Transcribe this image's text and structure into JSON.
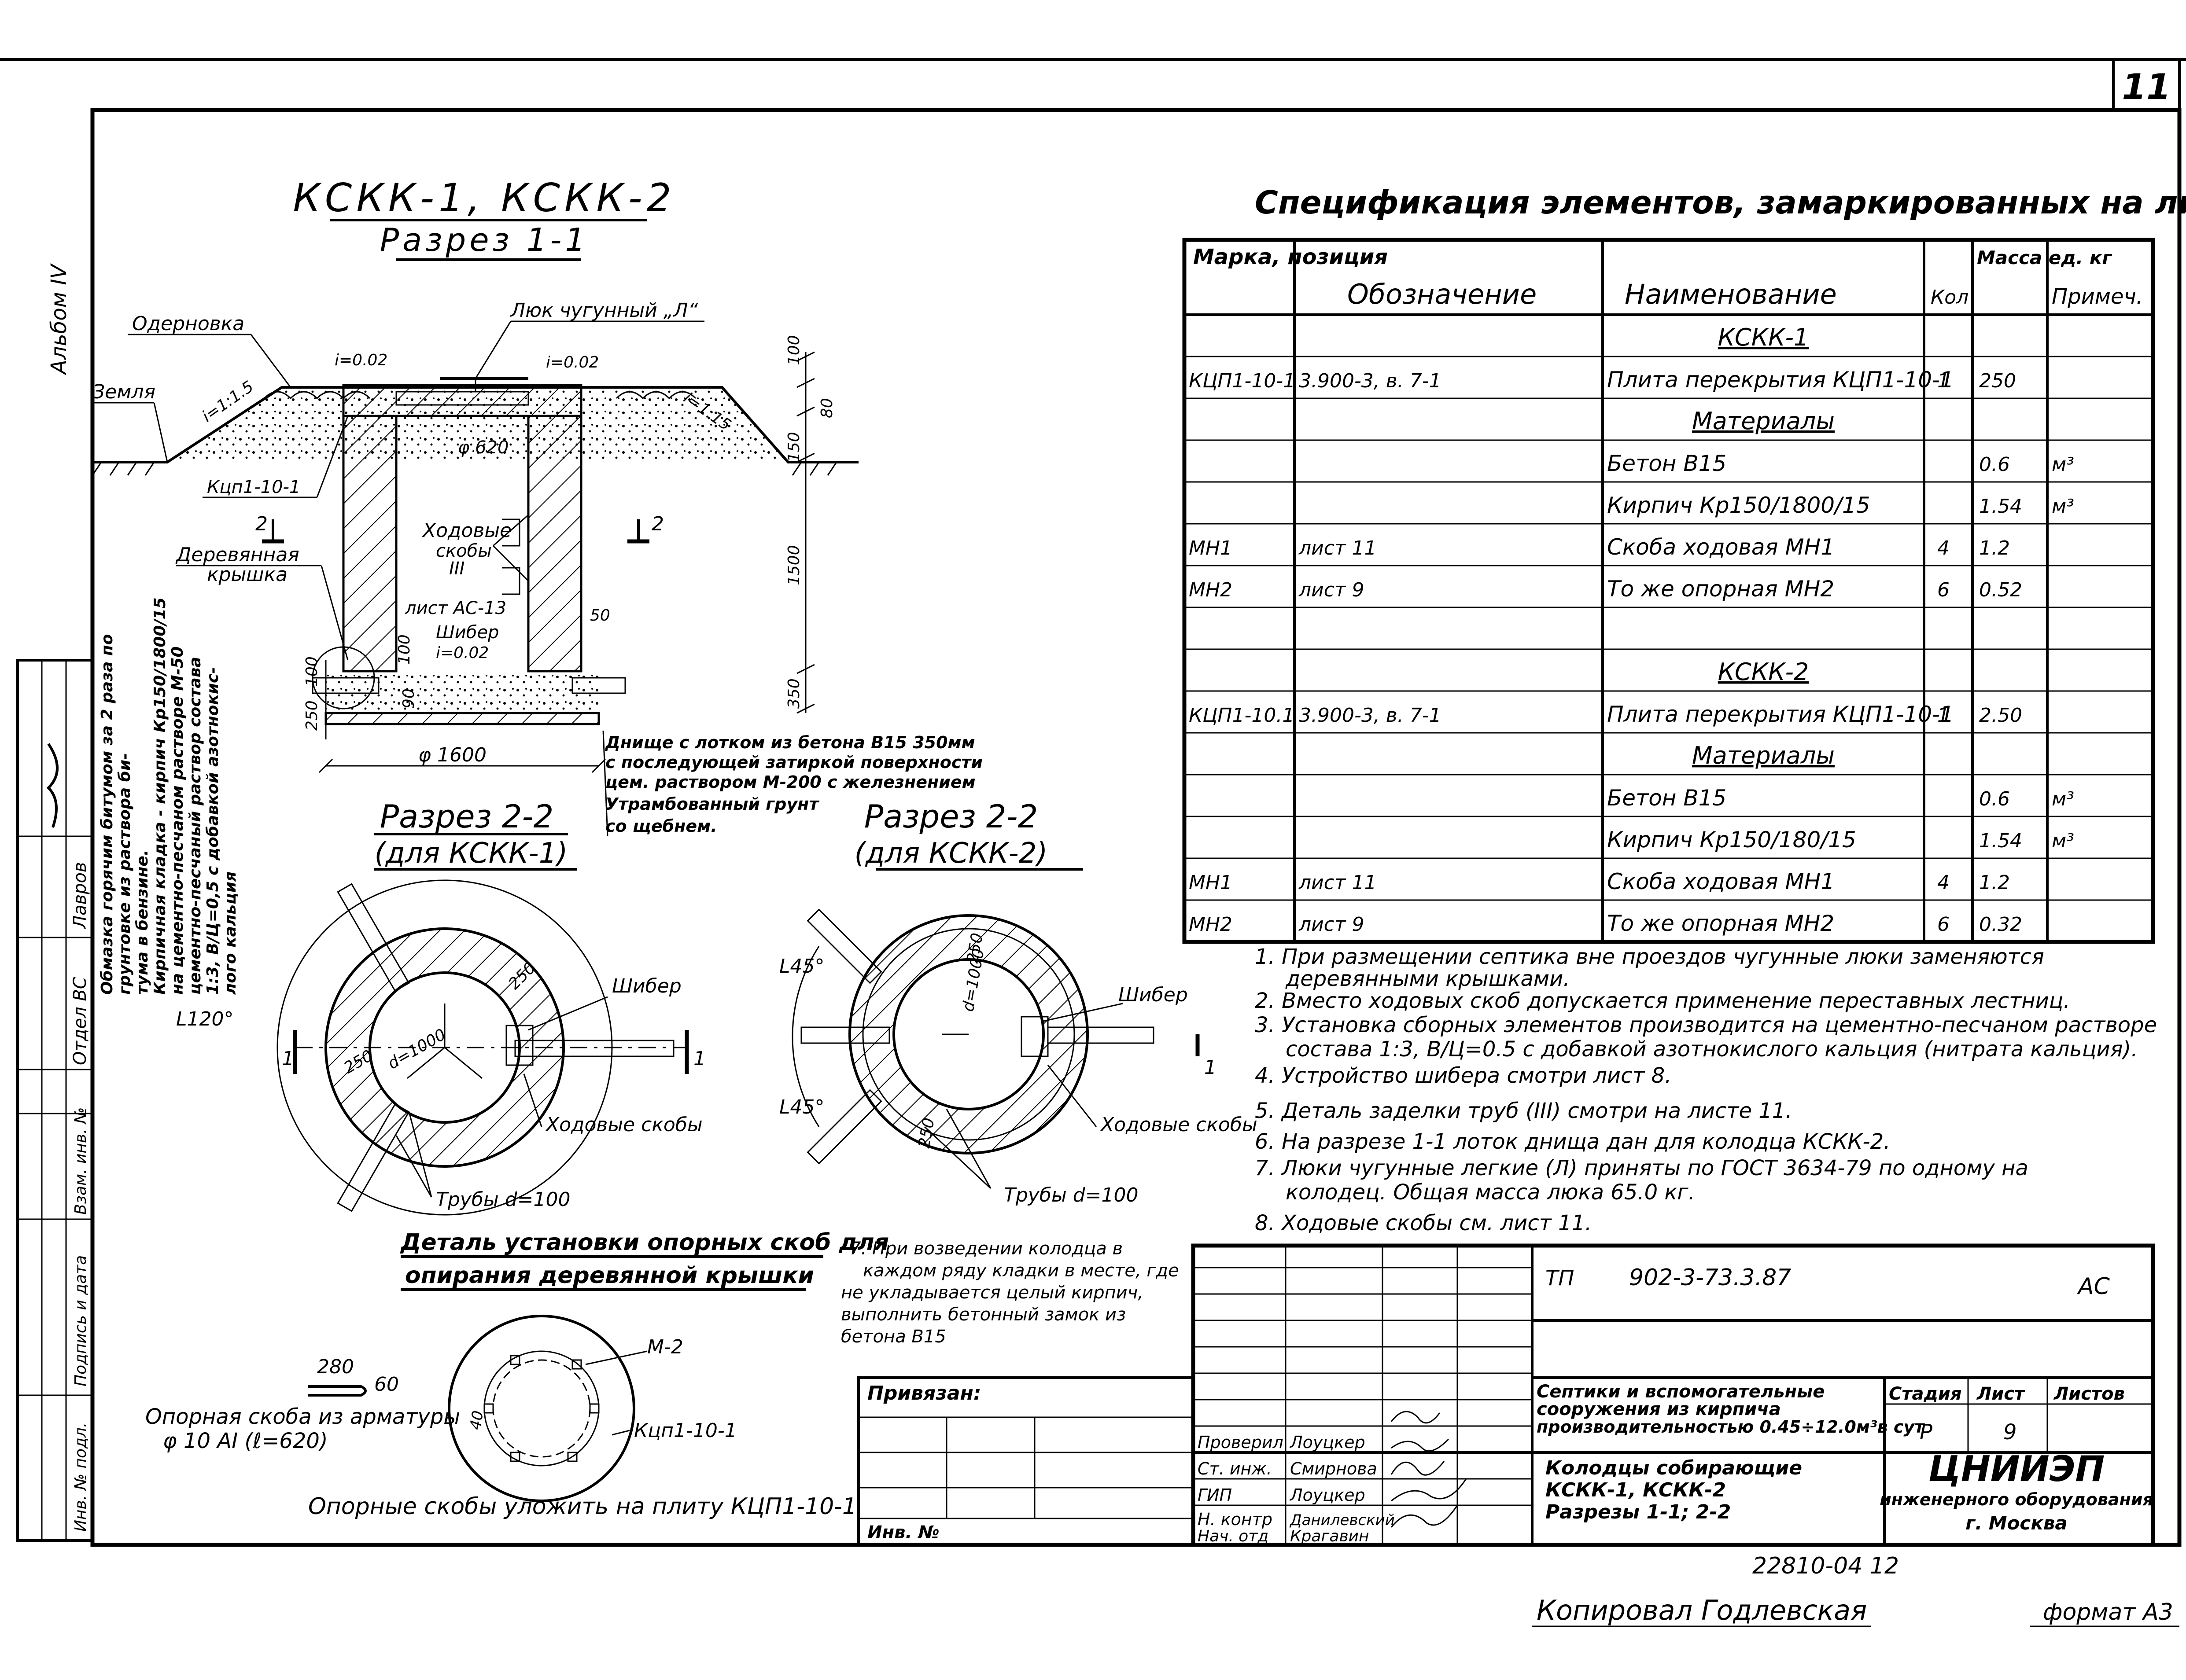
{
  "sheet": {
    "number": "11",
    "album": "Альбом IV",
    "copied_by": "Копировал Годлевская",
    "format": "формат А3",
    "archive_code": "22810-04 12"
  },
  "section_1_1": {
    "title": "КСКК-1, КСКК-2",
    "subtitle": "Разрез 1-1",
    "labels": {
      "sod": "Одерновка",
      "ground": "Земля",
      "slope1": "i=1:1.5",
      "slope2": "i=1:15",
      "i002_left": "i=0.02",
      "i002_right": "i=0.02",
      "hatch_cover": "Люк чугунный „Л“",
      "plate": "Кцп1-10-1",
      "d620": "φ 620",
      "wood_cover": "Деревянная",
      "wood_cover2": "крышка",
      "steps": "Ходовые",
      "steps2": "скобы",
      "steps3": "III",
      "sheet_ref": "лист АС-13",
      "gate": "Шибер",
      "i002_bottom": "i=0.02",
      "d1600": "φ 1600",
      "cut_left": "2",
      "cut_right": "2"
    },
    "dims": {
      "d100": "100",
      "d80": "80",
      "d150": "150",
      "d1500": "1500",
      "d350": "350",
      "d50": "50",
      "d100b": "100",
      "d250": "250",
      "d100c": "100",
      "d90": "90"
    },
    "bottom_note": [
      "Днище с лотком из бетона В15 350мм",
      "с последующей затиркой поверхности",
      "цем. раствором М-200 с железнением",
      "Утрамбованный грунт",
      "со щебнем."
    ]
  },
  "side_notes": [
    "Обмазка горячим битумом за 2 раза по",
    "грунтовке из раствора би-",
    "тума в бензине.",
    "Кирпичная кладка - кирпич Кр150/1800/15",
    "на цементно-песчаном растворе М-50",
    "цементно-песчаный раствор состава",
    "1:3, В/Ц=0,5 с добавкой азотнокис-",
    "лого кальция"
  ],
  "section_2_2_left": {
    "title": "Разрез 2-2",
    "subtitle": "(для КСКК-1)",
    "angle": "L120°",
    "gate": "Шибер",
    "steps": "Ходовые скобы",
    "pipes": "Трубы d=100",
    "d250a": "250",
    "d250b": "250",
    "d1000": "d=1000",
    "cut": "1"
  },
  "section_2_2_right": {
    "title": "Разрез 2-2",
    "subtitle": "(для КСКК-2)",
    "angle1": "L45°",
    "angle2": "L45°",
    "gate": "Шибер",
    "steps": "Ходовые скобы",
    "pipes": "Трубы d=100",
    "d250a": "250",
    "d250b": "250",
    "d1000": "d=1000",
    "cut": "1"
  },
  "detail": {
    "title1": "Деталь установки опорных скоб для",
    "title2": "опирания деревянной крышки",
    "d280": "280",
    "d60": "60",
    "d40": "40",
    "m2": "М-2",
    "plate": "Кцп1-10-1",
    "bracket1": "Опорная скоба из арматуры",
    "bracket2": "φ 10 AI (ℓ=620)",
    "footnote": "Опорные скобы уложить на плиту КЦП1-10-1"
  },
  "note7": [
    "7. При возведении колодца в",
    "каждом ряду кладки в месте, где",
    "не укладывается целый кирпич,",
    "выполнить бетонный замок из",
    "бетона В15"
  ],
  "spec": {
    "title": "Спецификация элементов, замаркированных на листе",
    "headers": [
      "Марка, позиция",
      "Обозначение",
      "Наименование",
      "Кол",
      "Масса ед. кг",
      "Примеч."
    ],
    "rows": [
      [
        "",
        "",
        "КСКК-1",
        "",
        "",
        ""
      ],
      [
        "КЦП1-10-1",
        "3.900-3, в. 7-1",
        "Плита перекрытия КЦП1-10-1",
        "1",
        "250",
        ""
      ],
      [
        "",
        "",
        "Материалы",
        "",
        "",
        ""
      ],
      [
        "",
        "",
        "Бетон В15",
        "",
        "0.6",
        "м³"
      ],
      [
        "",
        "",
        "Кирпич Кр150/1800/15",
        "",
        "1.54",
        "м³"
      ],
      [
        "МН1",
        "лист 11",
        "Скоба ходовая МН1",
        "4",
        "1.2",
        ""
      ],
      [
        "МН2",
        "лист 9",
        "То же опорная МН2",
        "6",
        "0.52",
        ""
      ],
      [
        "",
        "",
        "",
        "",
        "",
        ""
      ],
      [
        "",
        "",
        "КСКК-2",
        "",
        "",
        ""
      ],
      [
        "КЦП1-10.1",
        "3.900-3, в. 7-1",
        "Плита перекрытия КЦП1-10-1",
        "1",
        "2.50",
        ""
      ],
      [
        "",
        "",
        "Материалы",
        "",
        "",
        ""
      ],
      [
        "",
        "",
        "Бетон В15",
        "",
        "0.6",
        "м³"
      ],
      [
        "",
        "",
        "Кирпич Кр150/180/15",
        "",
        "1.54",
        "м³"
      ],
      [
        "МН1",
        "лист 11",
        "Скоба ходовая МН1",
        "4",
        "1.2",
        ""
      ],
      [
        "МН2",
        "лист 9",
        "То же опорная МН2",
        "6",
        "0.32",
        ""
      ]
    ]
  },
  "notes": [
    "1. При размещении септика вне проездов чугунные люки заменяются",
    "деревянными крышками.",
    "2. Вместо ходовых скоб допускается применение переставных лестниц.",
    "3. Установка сборных элементов производится на цементно-песчаном растворе",
    "состава 1:3, В/Ц=0.5 с добавкой азотнокислого кальция (нитрата кальция).",
    "4. Устройство шибера смотри лист 8.",
    "5. Деталь заделки труб (III) смотри на листе 11.",
    "6. На разрезе 1-1 лоток днища дан для колодца КСКК-2.",
    "7. Люки чугунные легкие (Л) приняты по ГОСТ 3634-79 по одному на",
    "колодец. Общая масса люка 65.0 кг.",
    "8. Ходовые скобы см. лист 11."
  ],
  "title_block": {
    "project": "ТП",
    "code": "902-3-73.3.87",
    "section": "АС",
    "bound": "Привязан:",
    "inv": "Инв. №",
    "description1": "Септики и вспомогательные",
    "description2": "сооружения из кирпича",
    "description3": "производительностью 0.45÷12.0м³в сут",
    "stage_h": "Стадия",
    "sheet_h": "Лист",
    "sheets_h": "Листов",
    "stage": "Р",
    "sheet": "9",
    "drawing1": "Колодцы собирающие",
    "drawing2": "КСКК-1, КСКК-2",
    "drawing3": "Разрезы 1-1; 2-2",
    "org1": "ЦНИИЭП",
    "org2": "инженерного оборудования",
    "org3": "г. Москва",
    "people": [
      {
        "role": "Проверил",
        "name": "Лоуцкер"
      },
      {
        "role": "Ст. инж.",
        "name": "Смирнова"
      },
      {
        "role": "ГИП",
        "name": "Лоуцкер"
      },
      {
        "role": "Н. контр",
        "name": "Данилевский"
      },
      {
        "role": "Нач. отд",
        "name": "Крагавин"
      }
    ]
  },
  "left_stamp": {
    "dept": "Отдел ВС",
    "name": "Лавров",
    "inv_orig": "Инв. № подл.",
    "sign_date": "Подпись и дата",
    "inv_repl": "Взам. инв. №"
  }
}
